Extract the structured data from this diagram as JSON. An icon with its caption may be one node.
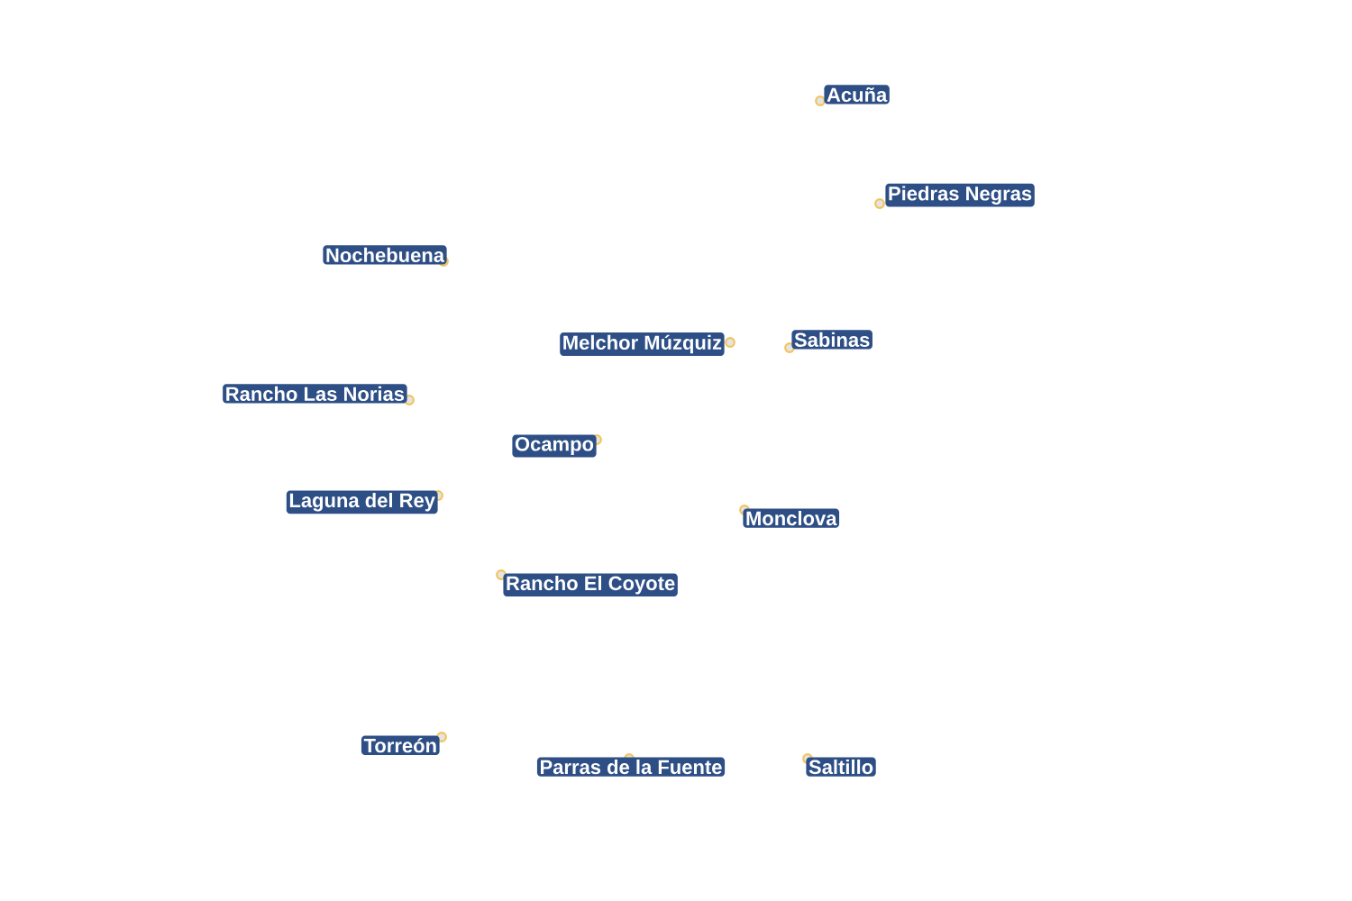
{
  "diagram": {
    "nodes": [
      {
        "text": [
          "Acuña"
        ]
      },
      {
        "text": [
          "Piedras Negras"
        ]
      },
      {
        "text": [
          "Nochebuena"
        ]
      },
      {
        "text": [
          "Melchor Múzquiz"
        ]
      },
      {
        "text": [
          "Sabinas"
        ]
      },
      {
        "text": [
          "Rancho Las Norias"
        ]
      },
      {
        "text": [
          "Ocampo"
        ]
      },
      {
        "text": [
          "Laguna del Rey"
        ]
      },
      {
        "text": [
          "Monclova"
        ]
      },
      {
        "text": [
          "Rancho El Coyote"
        ]
      },
      {
        "text": [
          "Torreón"
        ]
      },
      {
        "text": [
          "Parras de la Fuente"
        ]
      },
      {
        "text": [
          "Saltillo"
        ]
      }
    ]
  }
}
